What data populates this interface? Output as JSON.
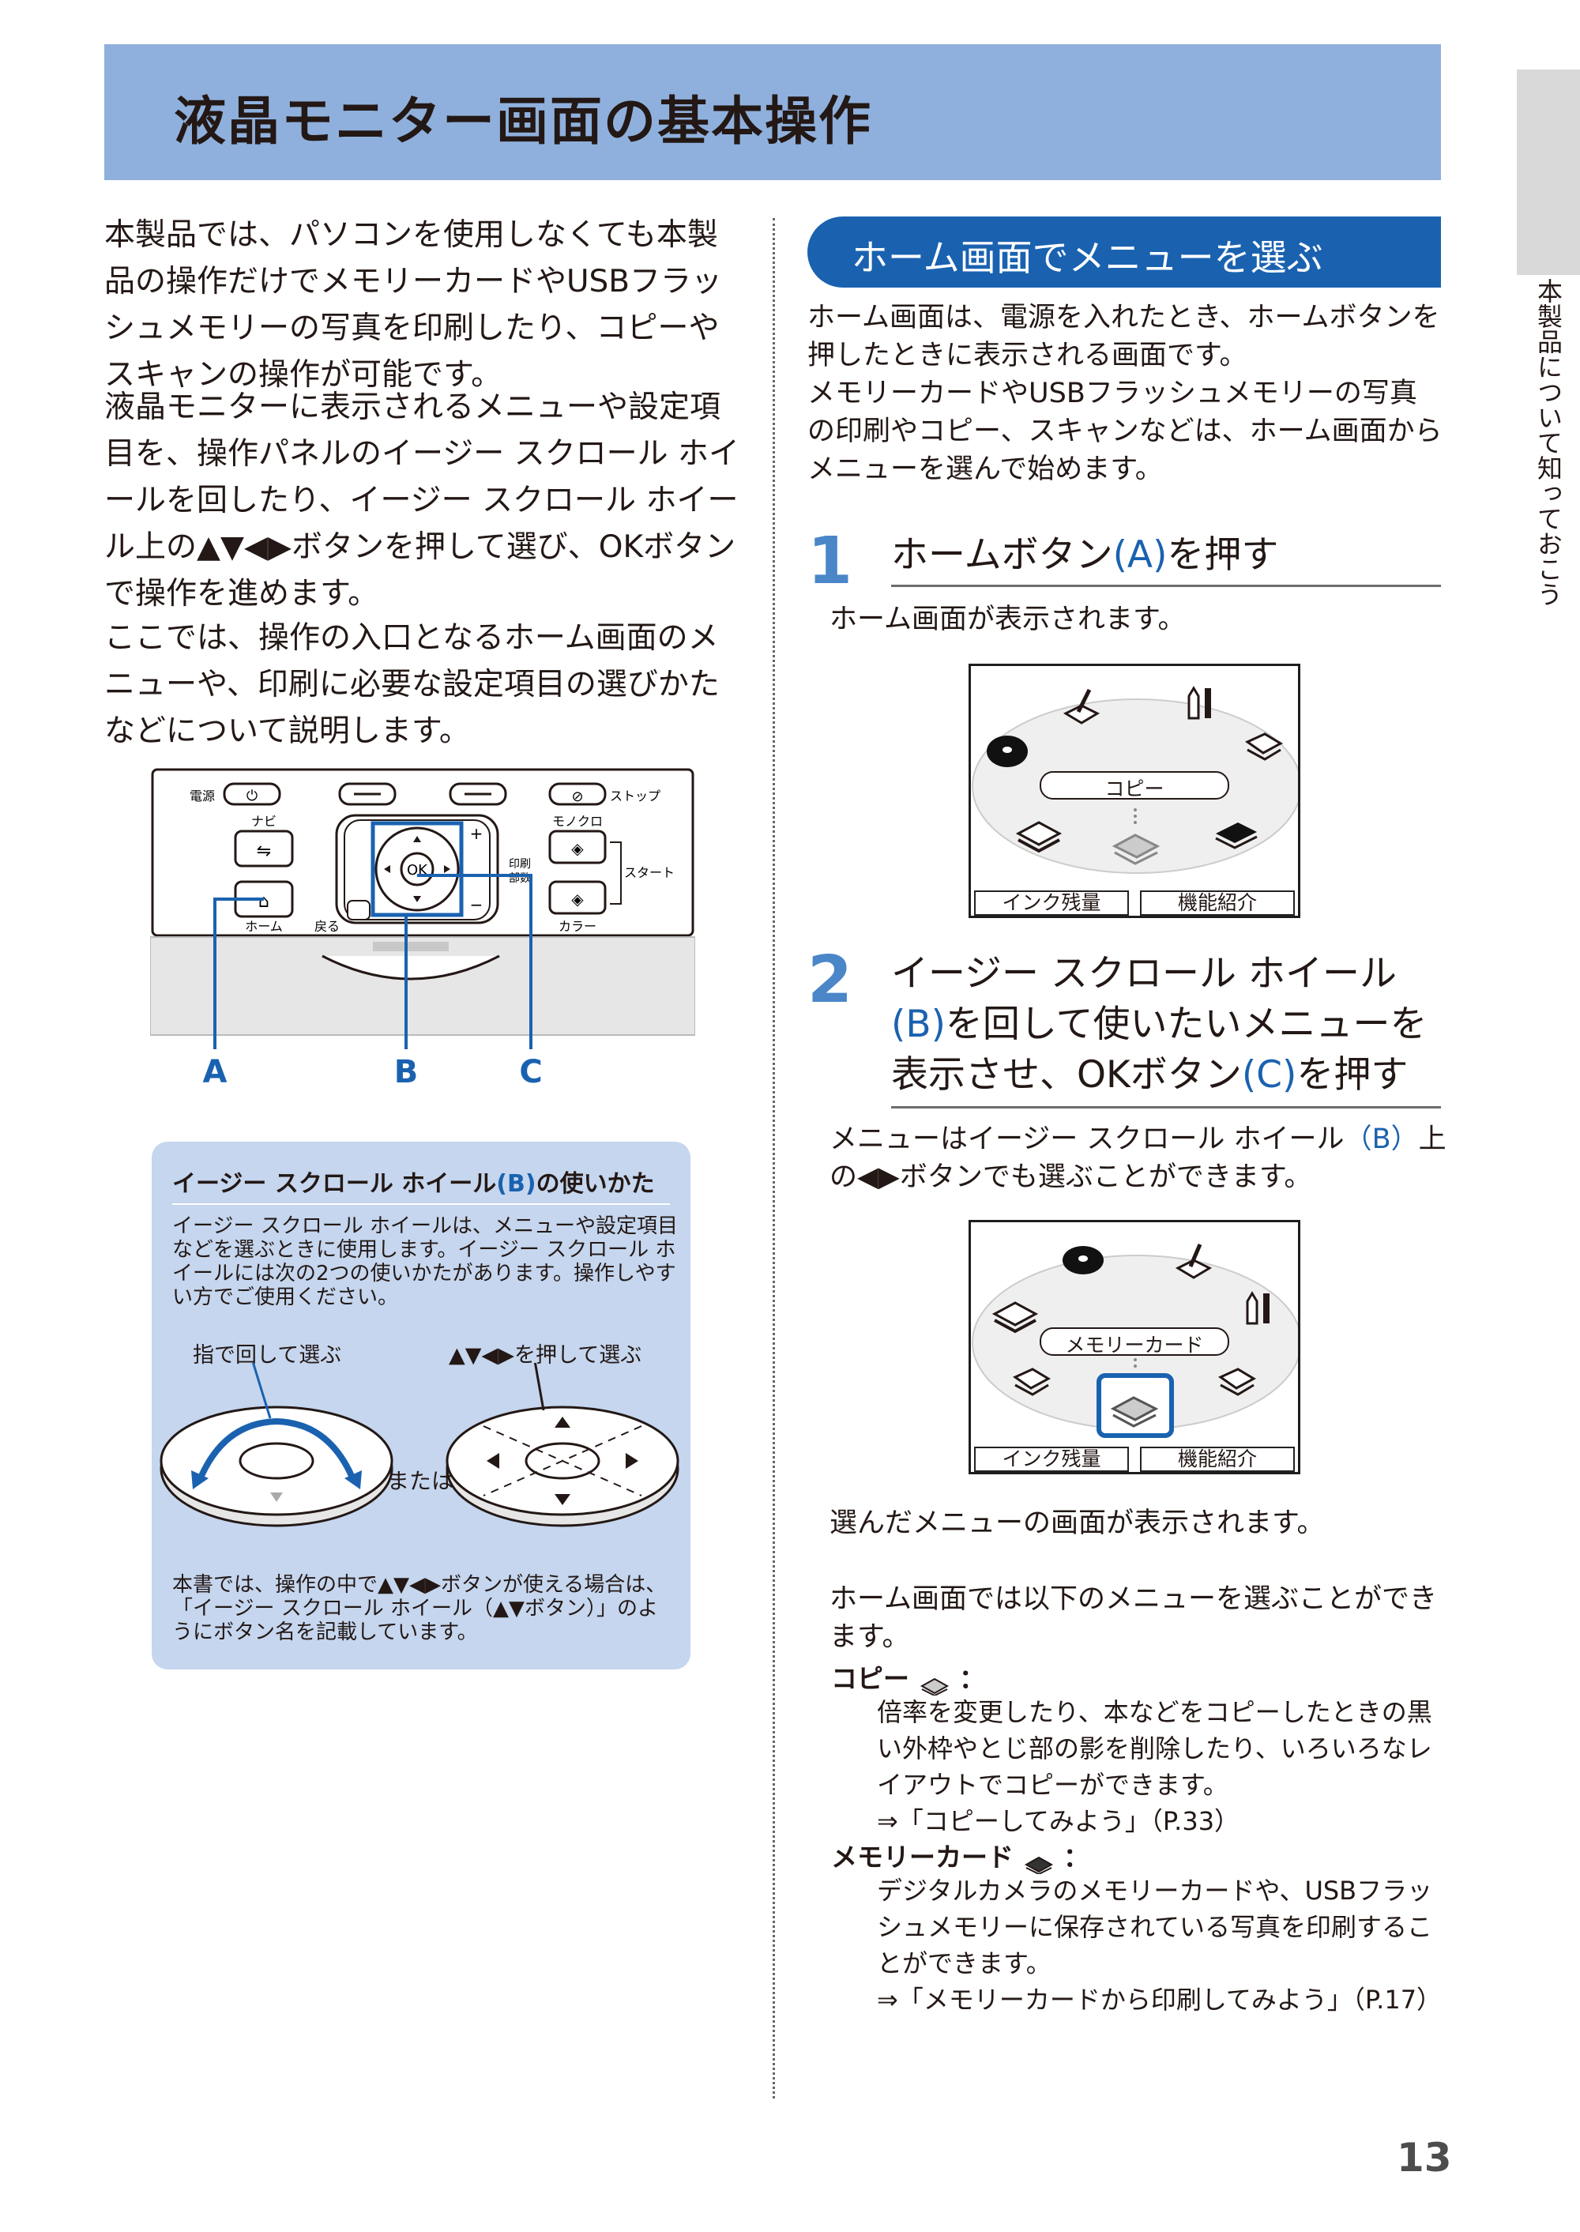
{
  "page": {
    "title": "液晶モニター画面の基本操作",
    "side_tab": "本製品について知っておこう",
    "page_number": "13"
  },
  "intro": {
    "p1": "本製品では、パソコンを使用しなくても本製品の操作だけでメモリーカードやUSBフラッシュメモリーの写真を印刷したり、コピーやスキャンの操作が可能です。",
    "p2": "液晶モニターに表示されるメニューや設定項目を、操作パネルのイージー スクロール ホイールを回したり、イージー スクロール ホイール上の▲▼◀▶ボタンを押して選び、OKボタンで操作を進めます。",
    "p3": "ここでは、操作の入口となるホーム画面のメニューや、印刷に必要な設定項目の選びかたなどについて説明します。"
  },
  "panel": {
    "labels": {
      "power": "電源",
      "navi": "ナビ",
      "home": "ホーム",
      "back": "戻る",
      "print_copies_1": "印刷",
      "print_copies_2": "部数",
      "stop": "ストップ",
      "mono": "モノクロ",
      "start": "スタート",
      "color": "カラー",
      "ok": "OK",
      "plus": "+",
      "minus": "−"
    },
    "callouts": [
      "A",
      "B",
      "C"
    ]
  },
  "guide": {
    "title_prefix": "イージー スクロール ホイール",
    "title_key": "(B)",
    "title_suffix": "の使いかた",
    "desc": "イージー スクロール ホイールは、メニューや設定項目などを選ぶときに使用します。イージー スクロール ホイールには次の2つの使いかたがあります。操作しやすい方でご使用ください。",
    "caption_rotate": "指で回して選ぶ",
    "caption_press": "▲▼◀▶を押して選ぶ",
    "or": "または",
    "footer": "本書では、操作の中で▲▼◀▶ボタンが使える場合は、「イージー スクロール ホイール（▲▼ボタン）」のようにボタン名を記載しています。"
  },
  "home_section": {
    "heading": "ホーム画面でメニューを選ぶ",
    "p1": "ホーム画面は、電源を入れたとき、ホームボタンを押したときに表示される画面です。",
    "p2": "メモリーカードやUSBフラッシュメモリーの写真の印刷やコピー、スキャンなどは、ホーム画面からメニューを選んで始めます。"
  },
  "step1": {
    "number": "1",
    "title_prefix": "ホームボタン",
    "title_key": "(A)",
    "title_suffix": "を押す",
    "result": "ホーム画面が表示されます。",
    "screen": {
      "label": "コピー",
      "btn_left": "インク残量",
      "btn_right": "機能紹介"
    }
  },
  "step2": {
    "number": "2",
    "title_line1": "イージー スクロール ホイール",
    "title_line2_key": "(B)",
    "title_line2_suffix": "を回して使いたいメニューを",
    "title_line3_prefix": "表示させ、OKボタン",
    "title_line3_key": "(C)",
    "title_line3_suffix": "を押す",
    "note_line1_prefix": "メニューはイージー スクロール ホイール",
    "note_line1_key": "（B）",
    "note_line1_suffix": "上",
    "note_line2": "の◀▶ボタンでも選ぶことができます。",
    "screen": {
      "label": "メモリーカード",
      "btn_left": "インク残量",
      "btn_right": "機能紹介"
    },
    "result": "選んだメニューの画面が表示されます。"
  },
  "menus": {
    "intro": "ホーム画面では以下のメニューを選ぶことができます。",
    "items": [
      {
        "name": "コピー",
        "colon": "：",
        "body": "倍率を変更したり、本などをコピーしたときの黒い外枠やとじ部の影を削除したり、いろいろなレイアウトでコピーができます。",
        "ref": "⇒「コピーしてみよう」（P.33）"
      },
      {
        "name": "メモリーカード",
        "colon": "：",
        "body": "デジタルカメラのメモリーカードや、USBフラッシュメモリーに保存されている写真を印刷することができます。",
        "ref": "⇒「メモリーカードから印刷してみよう」（P.17）"
      }
    ]
  }
}
